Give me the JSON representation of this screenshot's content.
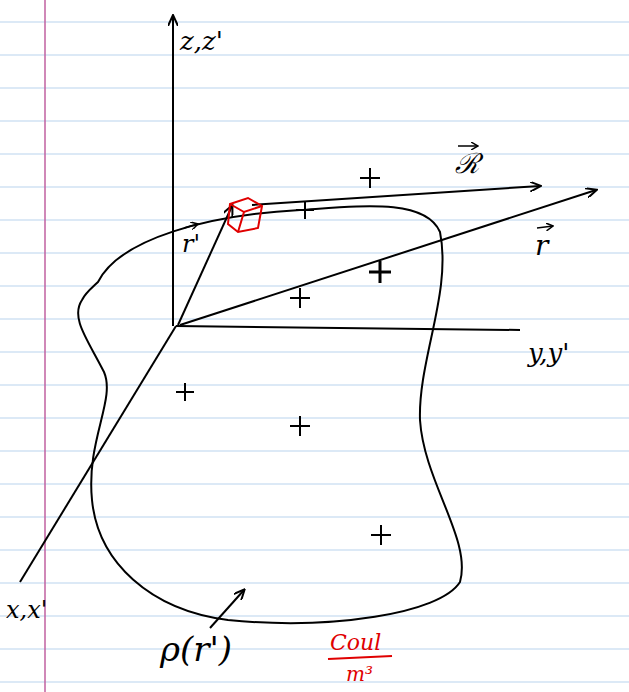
{
  "diagram": {
    "labels": [
      "z,z'",
      "y,y'",
      "x,x'",
      "r'",
      "ℛ",
      "r",
      "ρ(r')",
      "Coul",
      "m³"
    ]
  }
}
